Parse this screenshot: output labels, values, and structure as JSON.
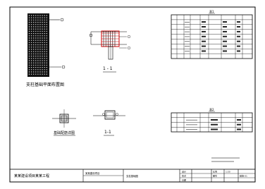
{
  "sheet": {
    "title_main": "某某建设項目某某工程",
    "block_labels": {
      "plan": "支柱基础平面布置图",
      "section_main": "1 - 1",
      "detail_left": "基础配筋详图",
      "section_small": "1-1"
    },
    "table1_title": "表1",
    "table2_title": "表2",
    "title_block": {
      "project": "某某建设项目",
      "drawing": "支柱基础图",
      "scale_label": "比例",
      "scale_value": "1:50",
      "sheet_label": "图号",
      "sheet_value": "结施-01",
      "design_label": "设计",
      "check_label": "校对",
      "date_label": "日期"
    }
  }
}
